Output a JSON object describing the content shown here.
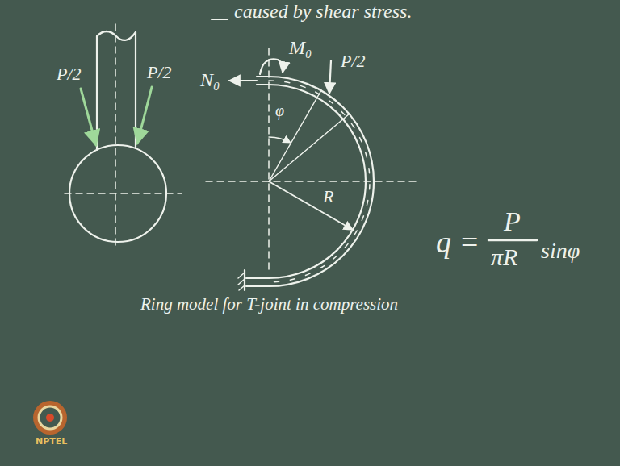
{
  "diagram": {
    "caption": "Ring model for T-joint in compression",
    "labels": [
      "caused by shear stress.",
      "P/2",
      "P/2",
      "M₀",
      "N₀",
      "P/2",
      "φ",
      "R",
      "q =",
      "P",
      "πR",
      "sinφ",
      "NPTEL"
    ]
  }
}
